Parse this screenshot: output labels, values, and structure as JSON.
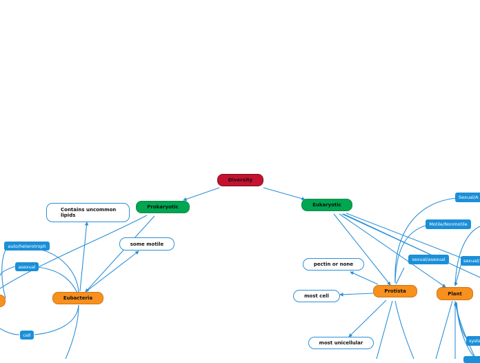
{
  "colors": {
    "root": "#c4122f",
    "green": "#00a651",
    "orange": "#f7901e",
    "tag": "#1b8fd8",
    "line": "#2a8fd8"
  },
  "nodes": {
    "diversity": "Diversity",
    "prokaryotic": "Prokaryotic",
    "eukaryotic": "Eukaryotic",
    "eubacteria": "Eubacteria",
    "contains_lipids": "Contains uncommon lipids",
    "some_motile": "some motile",
    "auto_heterotroph": "auto/heterotroph",
    "asexual": "asexual",
    "cell": "cell",
    "protista": "Protista",
    "plant": "Plant",
    "pectin_or_none": "pectin or none",
    "most_cell": "most cell",
    "most_unicellular": "most unicellular",
    "sexual_asexual": "sexual/asexual",
    "motile_nonmotile": "Motile/Nonmotile",
    "sexual_a_top": "Sexual/A",
    "sexual_right": "sexual/",
    "syste": "syste"
  }
}
